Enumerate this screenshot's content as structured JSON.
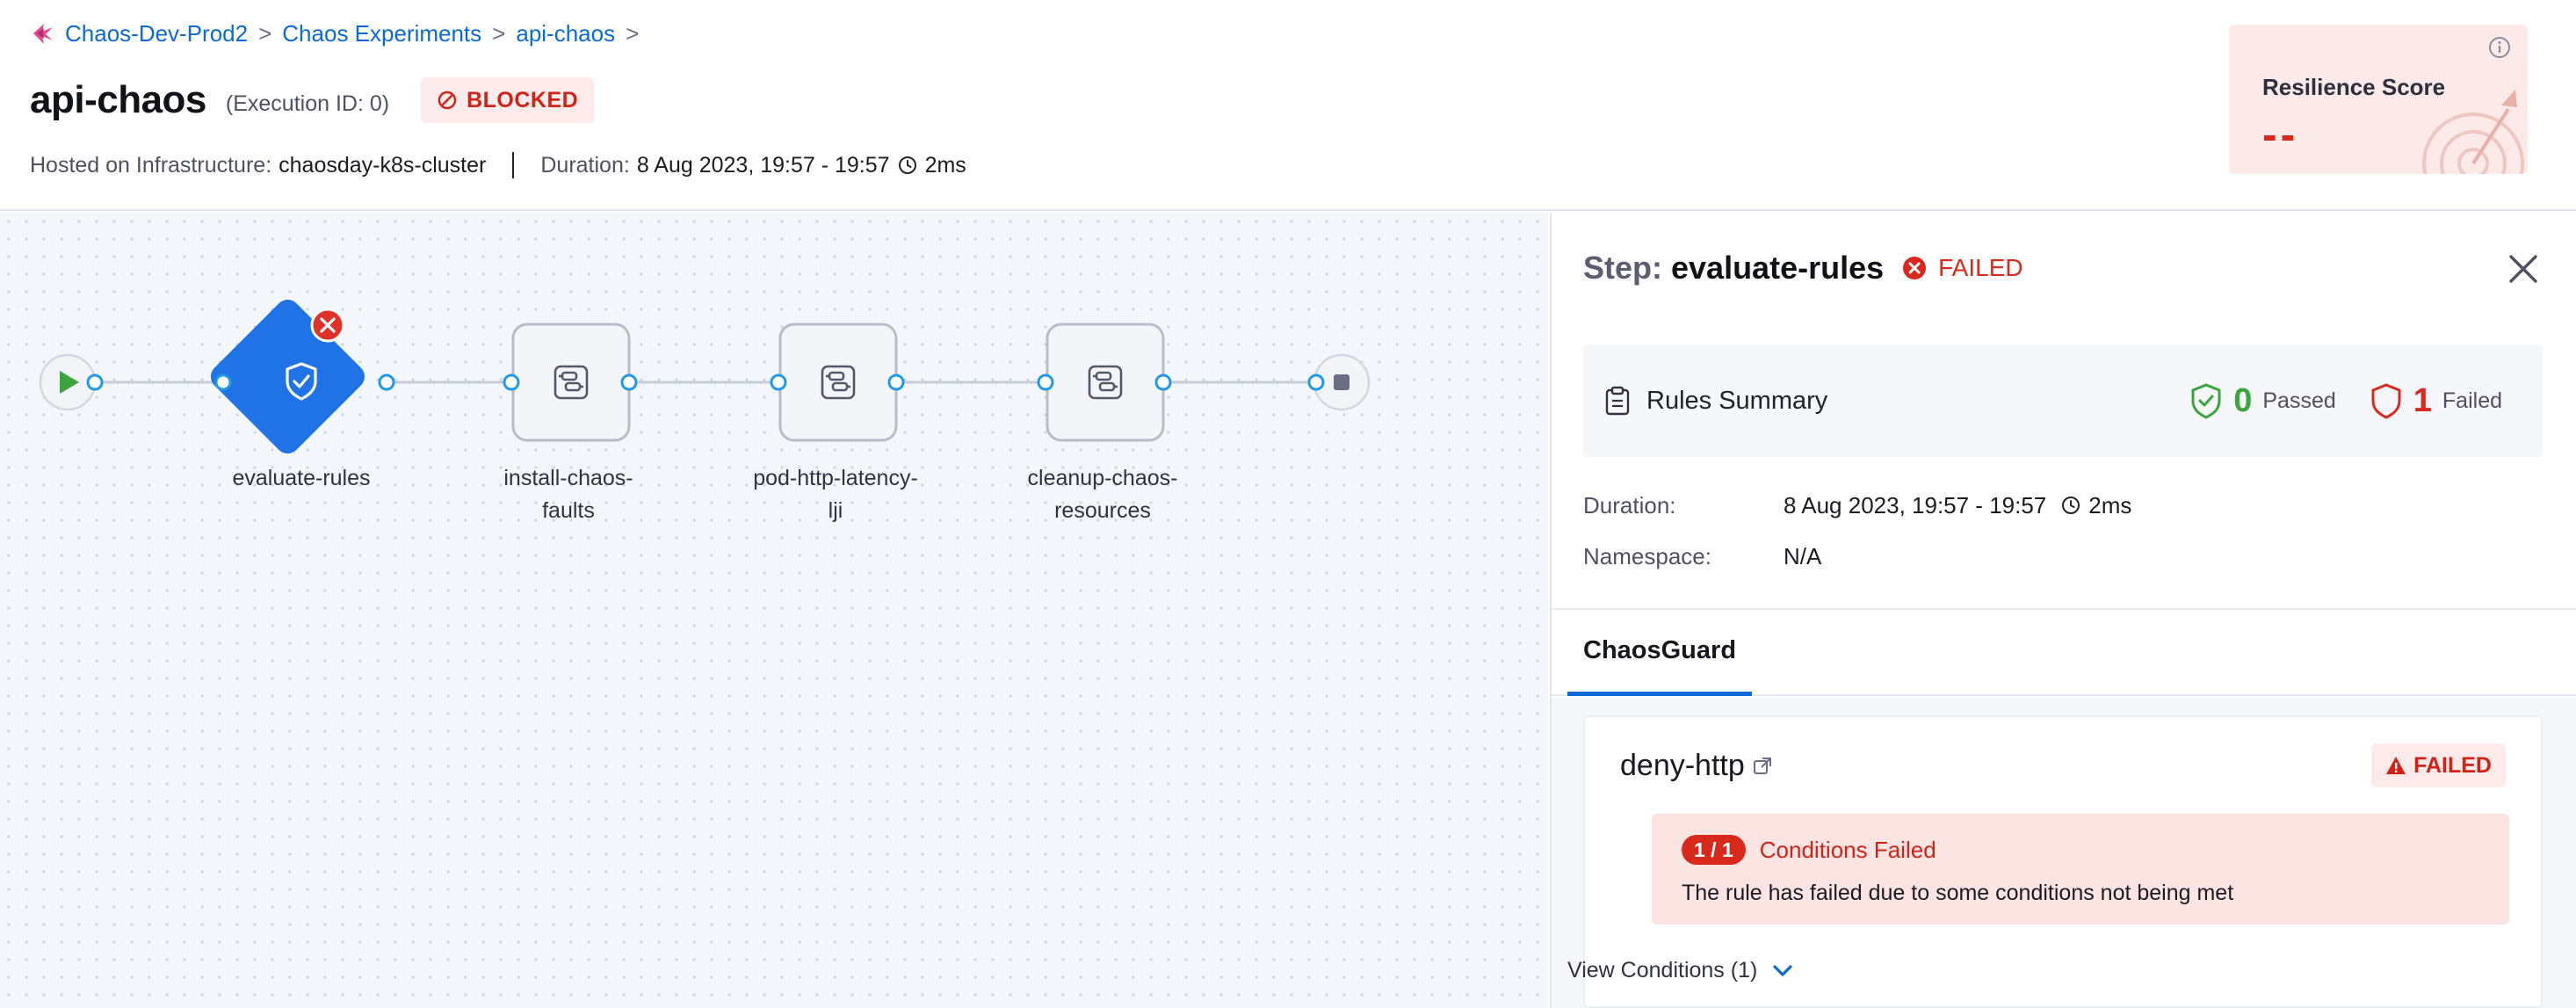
{
  "breadcrumb": [
    {
      "label": "Chaos-Dev-Prod2"
    },
    {
      "label": "Chaos Experiments"
    },
    {
      "label": "api-chaos"
    }
  ],
  "breadcrumb_separator": ">",
  "experiment": {
    "title": "api-chaos",
    "execution_id": "(Execution ID: 0)",
    "status": "BLOCKED",
    "infra_label": "Hosted on Infrastructure:",
    "infra_value": "chaosday-k8s-cluster",
    "duration_label": "Duration:",
    "duration_value": "8 Aug 2023, 19:57 - 19:57",
    "duration_elapsed": "2ms"
  },
  "resilience": {
    "title": "Resilience Score",
    "value": "--"
  },
  "pipeline": {
    "nodes": [
      {
        "label_lines": [
          "evaluate-rules"
        ],
        "type": "rule",
        "status": "failed",
        "icon": "shield-check-icon"
      },
      {
        "label_lines": [
          "install-chaos-",
          "faults"
        ],
        "type": "step",
        "icon": "chaos-step-icon"
      },
      {
        "label_lines": [
          "pod-http-latency-",
          "lji"
        ],
        "type": "step",
        "icon": "chaos-step-icon"
      },
      {
        "label_lines": [
          "cleanup-chaos-",
          "resources"
        ],
        "type": "step",
        "icon": "chaos-step-icon"
      }
    ]
  },
  "step": {
    "prefix": "Step:",
    "name": "evaluate-rules",
    "status": "FAILED"
  },
  "rules_summary": {
    "title": "Rules Summary",
    "passed_count": "0",
    "passed_label": "Passed",
    "failed_count": "1",
    "failed_label": "Failed"
  },
  "details": {
    "duration_label": "Duration:",
    "duration_value": "8 Aug 2023, 19:57 - 19:57",
    "duration_elapsed": "2ms",
    "namespace_label": "Namespace:",
    "namespace_value": "N/A"
  },
  "tabs": [
    {
      "label": "ChaosGuard",
      "active": true
    }
  ],
  "rule": {
    "name": "deny-http",
    "status": "FAILED",
    "conditions_ratio": "1 / 1",
    "conditions_title": "Conditions Failed",
    "message": "The rule has failed due to some conditions not being met",
    "view_conditions": "View Conditions (1)"
  },
  "colors": {
    "link": "#0a6ad8",
    "danger": "#d9291c",
    "success": "#3aa53a",
    "rule_node": "#1f73e6",
    "canvas_bg": "#f3f7fc"
  }
}
